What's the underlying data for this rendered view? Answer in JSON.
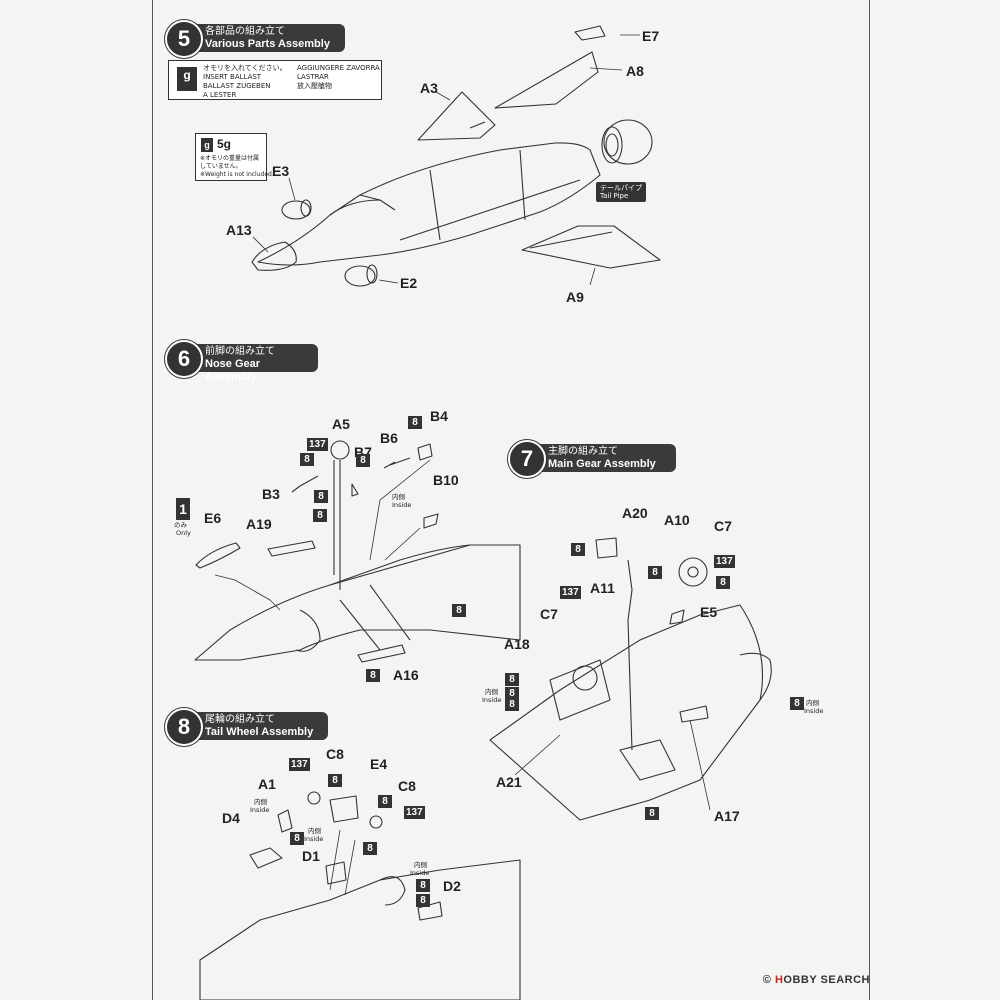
{
  "steps": [
    {
      "number": "5",
      "jp": "各部品の組み立て",
      "en": "Various Parts Assembly"
    },
    {
      "number": "6",
      "jp": "前脚の組み立て",
      "en": "Nose Gear Assembly"
    },
    {
      "number": "7",
      "jp": "主脚の組み立て",
      "en": "Main Gear Assembly"
    },
    {
      "number": "8",
      "jp": "尾輪の組み立て",
      "en": "Tail Wheel Assembly"
    }
  ],
  "ballast": {
    "col1": [
      "オモリを入れてください。",
      "INSERT BALLAST",
      "BALLAST ZUGEBEN",
      "A LESTER"
    ],
    "col2": [
      "AGGIUNGERE ZAVORRA",
      "LASTRAR",
      "放入壓艙物"
    ],
    "icon": "g",
    "weight": "5g",
    "note_jp": "※オモリの重量は付属していません。",
    "note_en": "※Weight is not included."
  },
  "step5_parts": {
    "e7": "E7",
    "a8": "A8",
    "a3": "A3",
    "e3": "E3",
    "a13": "A13",
    "e2": "E2",
    "a9": "A9",
    "tailpipe_jp": "テールパイプ",
    "tailpipe_en": "Tail Pipe"
  },
  "step6_parts": {
    "a5": "A5",
    "b4": "B4",
    "b6": "B6",
    "b7": "B7",
    "b3": "B3",
    "b10": "B10",
    "e6": "E6",
    "a19": "A19",
    "a16": "A16",
    "only_num": "1",
    "only_jp": "のみ",
    "only_en": "Only",
    "inside_jp": "内側",
    "inside_en": "Inside"
  },
  "step7_parts": {
    "a20": "A20",
    "a10": "A10",
    "c7a": "C7",
    "a11": "A11",
    "e5": "E5",
    "c7b": "C7",
    "a18": "A18",
    "a21": "A21",
    "a17": "A17",
    "inside_jp": "内側",
    "inside_en": "Inside"
  },
  "step8_parts": {
    "c8a": "C8",
    "e4": "E4",
    "a1": "A1",
    "c8b": "C8",
    "d4": "D4",
    "d1": "D1",
    "d2": "D2",
    "inside_jp": "内側",
    "inside_en": "Inside"
  },
  "badges": {
    "paint8": "8",
    "paint137": "137"
  },
  "watermark": {
    "brand1": "H",
    "brand2": "OBBY SEARCH",
    "copy": "©"
  }
}
